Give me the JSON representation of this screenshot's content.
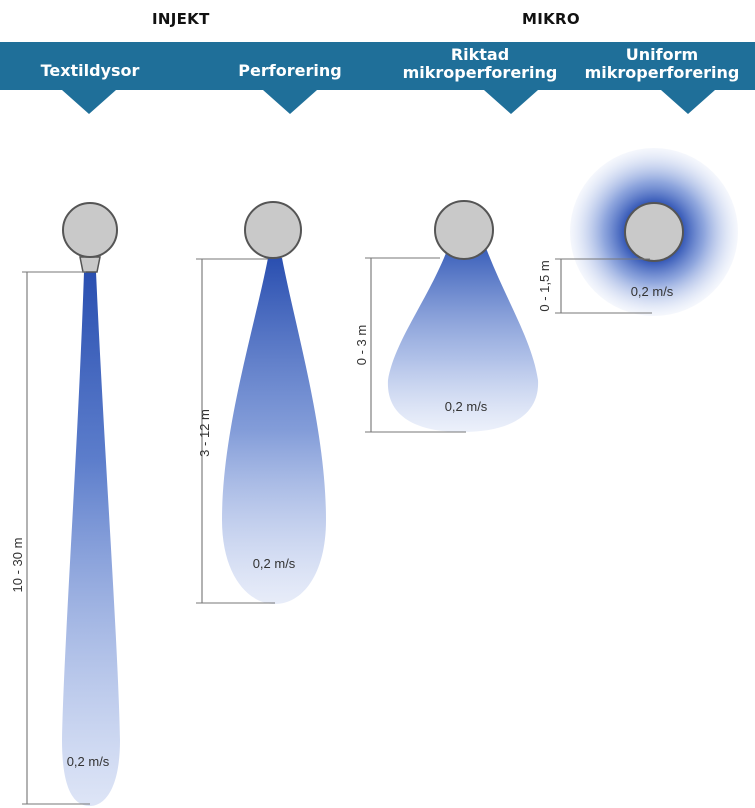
{
  "groups": {
    "injekt": "INJEKT",
    "mikro": "MIKRO"
  },
  "tabs": {
    "textildysor": "Textildysor",
    "perforering": "Perforering",
    "riktad_line1": "Riktad",
    "riktad_line2": "mikroperforering",
    "uniform_line1": "Uniform",
    "uniform_line2": "mikroperforering"
  },
  "colors": {
    "banner": "#1f6f99",
    "jet": "#2a4fb0",
    "duct_fill": "#c9c9c9",
    "duct_stroke": "#555555"
  },
  "diagrams": {
    "textildysor": {
      "range": "10 - 30 m",
      "velocity": "0,2 m/s"
    },
    "perforering": {
      "range": "3 - 12 m",
      "velocity": "0,2 m/s"
    },
    "riktad": {
      "range": "0 - 3 m",
      "velocity": "0,2 m/s"
    },
    "uniform": {
      "range": "0 - 1,5 m",
      "velocity": "0,2 m/s"
    }
  }
}
